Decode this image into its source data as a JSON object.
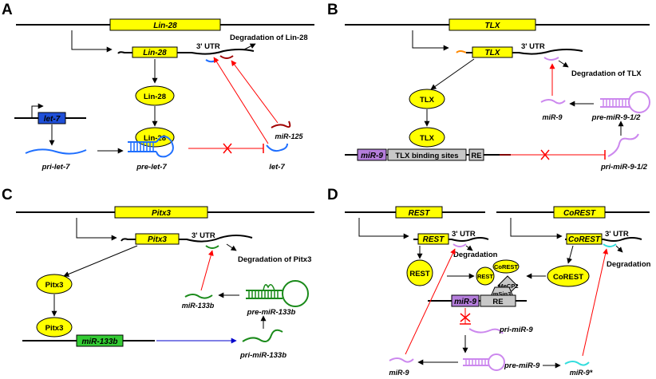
{
  "panels": {
    "A": {
      "letter": "A",
      "gene_top": "Lin-28",
      "mrna": "Lin-28",
      "utr": "3' UTR",
      "degradation": "Degradation of Lin-28",
      "protein1": "Lin-28",
      "protein2": "Lin-28",
      "let7_gene": "let-7",
      "pri": "pri-let-7",
      "pre": "pre-let-7",
      "mature": "let-7",
      "mir125": "miR-125"
    },
    "B": {
      "letter": "B",
      "gene_top": "TLX",
      "mrna": "TLX",
      "utr": "3' UTR",
      "degradation": "Degradation of TLX",
      "protein1": "TLX",
      "protein2": "TLX",
      "mir9_box": "miR-9",
      "binding_sites": "TLX binding sites",
      "re": "RE",
      "mir9": "miR-9",
      "pre": "pre-miR-9-1/2",
      "pri": "pri-miR-9-1/2"
    },
    "C": {
      "letter": "C",
      "gene_top": "Pitx3",
      "mrna": "Pitx3",
      "utr": "3' UTR",
      "degradation": "Degradation of Pitx3",
      "protein1": "Pitx3",
      "protein2": "Pitx3",
      "mir133b_box": "miR-133b",
      "mir133b": "miR-133b",
      "pre": "pre-miR-133b",
      "pri": "pri-miR-133b"
    },
    "D": {
      "letter": "D",
      "rest_gene": "REST",
      "corest_gene": "CoREST",
      "rest_mrna": "REST",
      "corest_mrna": "CoREST",
      "utr1": "3' UTR",
      "utr2": "3' UTR",
      "degradation1": "Degradation",
      "degradation2": "Degradation",
      "rest_protein": "REST",
      "corest_protein": "CoREST",
      "complex_rest": "REST",
      "complex_corest": "CoREST",
      "mecp2": "MeCP2",
      "msin3": "mSin3",
      "mir9_box": "miR-9",
      "re": "RE",
      "pri": "pri-miR-9",
      "pre": "pre-miR-9",
      "mir9": "miR-9",
      "mir9star": "miR-9*"
    }
  },
  "colors": {
    "gene_box": "#ffff00",
    "let7_box": "#1f4fd8",
    "mir9_box": "#b57edc",
    "mir133b_box": "#33cc33",
    "re_box": "#c8c8c8",
    "inhibition": "#ff0000",
    "let7_rna": "#1f6fff",
    "mir125_rna": "#a00000",
    "mir9_rna": "#cc88ee",
    "mir133b_rna": "#1a8a1a",
    "mir9star_rna": "#33dddd",
    "orange_rna": "#ff8800",
    "blue_arrow": "#0000cc"
  }
}
